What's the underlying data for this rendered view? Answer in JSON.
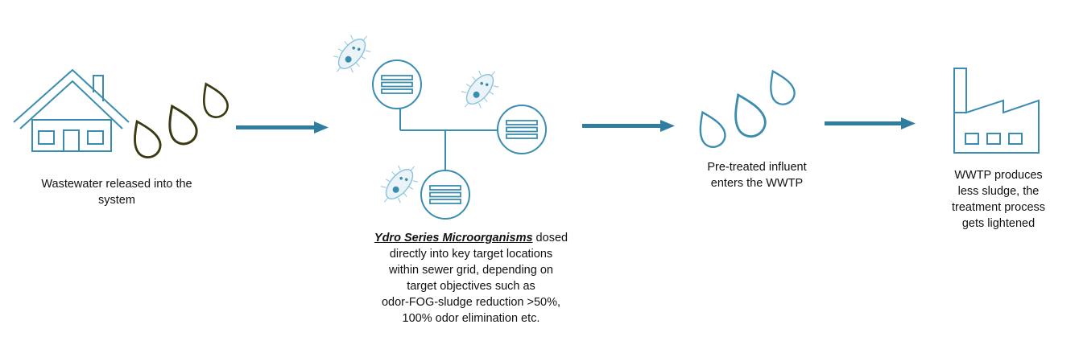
{
  "colors": {
    "teal": "#3a8db0",
    "teal_light": "#8ec4dd",
    "olive": "#3b3a12",
    "arrow": "#2f7e9f"
  },
  "icons": {
    "house": "house-icon",
    "olive_drops": "wastewater-drops-icon",
    "microbe": "microorganism-icon",
    "dosing_unit": "dosing-unit-icon",
    "blue_drops": "pretreated-drops-icon",
    "factory": "factory-icon",
    "arrow": "arrow-right-icon"
  },
  "steps": [
    {
      "lines": [
        "Wastewater released into the",
        "system"
      ]
    },
    {
      "emphasis": "Ydro Series Microorganisms",
      "first_line_rest": " dosed",
      "lines": [
        "directly into key target locations",
        "within sewer grid, depending on",
        "target objectives such as",
        "odor-FOG-sludge reduction >50%,",
        "100% odor elimination etc."
      ]
    },
    {
      "lines": [
        "Pre-treated influent",
        "enters the WWTP"
      ]
    },
    {
      "lines": [
        "WWTP produces",
        "less sludge, the",
        "treatment process",
        "gets lightened"
      ]
    }
  ]
}
